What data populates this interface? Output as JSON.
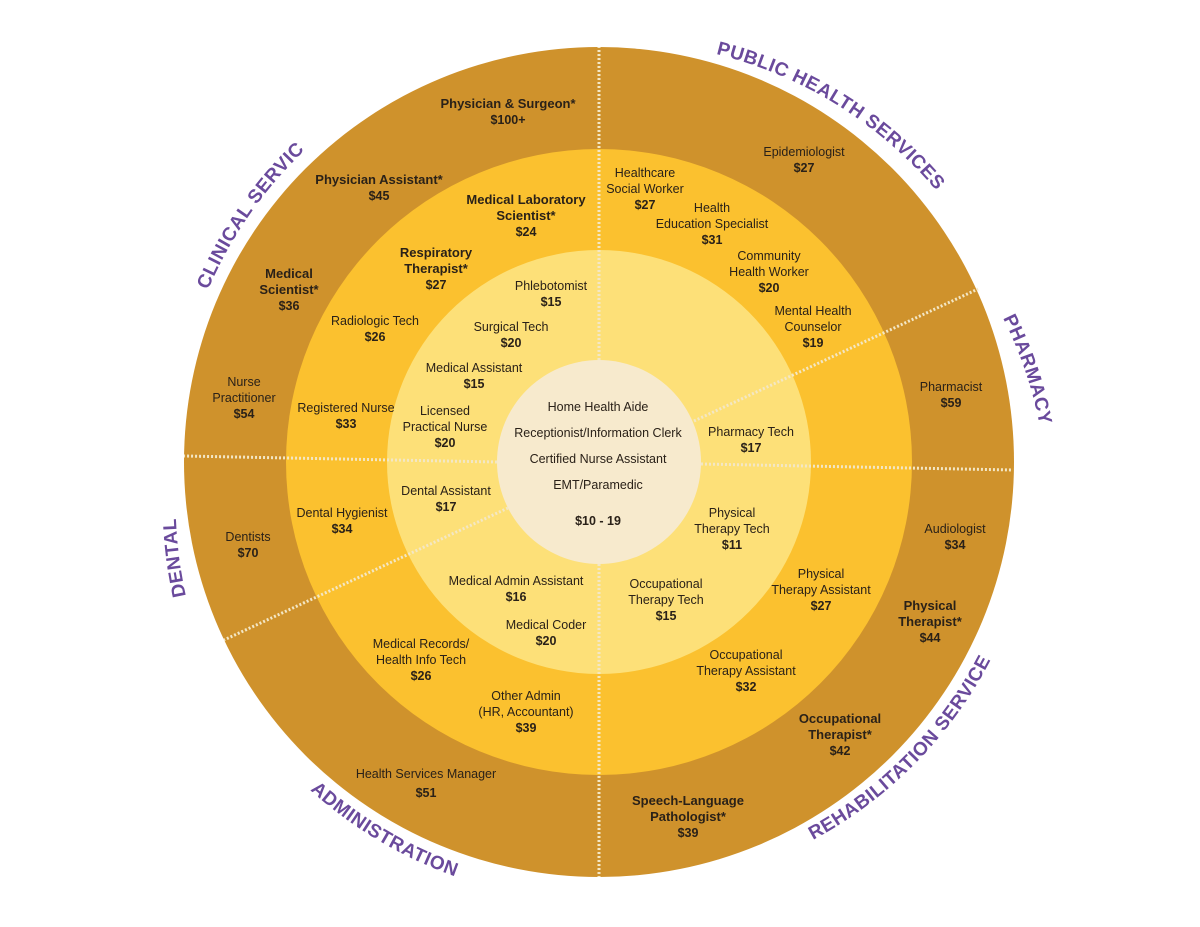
{
  "colors": {
    "outer_ring": "#cf922c",
    "ring_3": "#fbc12f",
    "ring_2": "#fde078",
    "center": "#f7eacd",
    "divider": "#f3e7c6",
    "category_text": "#6a4a9c",
    "text": "#2a2118"
  },
  "categories": {
    "public_health": "PUBLIC HEALTH SERVICES",
    "pharmacy": "PHARMACY",
    "rehabilitation": "REHABILITATION SERVICE",
    "administration": "ADMINISTRATION",
    "dental": "DENTAL",
    "clinical": "CLINICAL SERVICE"
  },
  "center": {
    "jobs": [
      "Home Health Aide",
      "Receptionist/Information Clerk",
      "Certified Nurse Assistant",
      "EMT/Paramedic"
    ],
    "wage_range": "$10 - 19"
  },
  "jobs": {
    "physician_surgeon": {
      "title": "Physician & Surgeon*",
      "wage": "$100+"
    },
    "physician_assistant": {
      "title": "Physician Assistant*",
      "wage": "$45"
    },
    "medical_scientist": {
      "title": "Medical\nScientist*",
      "wage": "$36"
    },
    "nurse_practitioner": {
      "title": "Nurse\nPractitioner",
      "wage": "$54"
    },
    "epidemiologist": {
      "title": "Epidemiologist",
      "wage": "$27"
    },
    "pharmacist": {
      "title": "Pharmacist",
      "wage": "$59"
    },
    "audiologist": {
      "title": "Audiologist",
      "wage": "$34"
    },
    "physical_therapist": {
      "title": "Physical\nTherapist*",
      "wage": "$44"
    },
    "occupational_therapist": {
      "title": "Occupational\nTherapist*",
      "wage": "$42"
    },
    "speech_language_pathologist": {
      "title": "Speech-Language\nPathologist*",
      "wage": "$39"
    },
    "health_services_manager": {
      "title": "Health Services Manager",
      "wage": "$51"
    },
    "dentists": {
      "title": "Dentists",
      "wage": "$70"
    },
    "medical_laboratory_scientist": {
      "title": "Medical Laboratory\nScientist*",
      "wage": "$24"
    },
    "respiratory_therapist": {
      "title": "Respiratory\nTherapist*",
      "wage": "$27"
    },
    "radiologic_tech": {
      "title": "Radiologic Tech",
      "wage": "$26"
    },
    "registered_nurse": {
      "title": "Registered Nurse",
      "wage": "$33"
    },
    "healthcare_social_worker": {
      "title": "Healthcare\nSocial Worker",
      "wage": "$27"
    },
    "health_education_specialist": {
      "title": "Health\nEducation Specialist",
      "wage": "$31"
    },
    "community_health_worker": {
      "title": "Community\nHealth Worker",
      "wage": "$20"
    },
    "mental_health_counselor": {
      "title": "Mental Health\nCounselor",
      "wage": "$19"
    },
    "physical_therapy_assistant": {
      "title": "Physical\nTherapy Assistant",
      "wage": "$27"
    },
    "occupational_therapy_assistant": {
      "title": "Occupational\nTherapy Assistant",
      "wage": "$32"
    },
    "dental_hygienist": {
      "title": "Dental Hygienist",
      "wage": "$34"
    },
    "medical_records": {
      "title": "Medical Records/\nHealth Info Tech",
      "wage": "$26"
    },
    "other_admin": {
      "title": "Other Admin\n(HR, Accountant)",
      "wage": "$39"
    },
    "phlebotomist": {
      "title": "Phlebotomist",
      "wage": "$15"
    },
    "surgical_tech": {
      "title": "Surgical Tech",
      "wage": "$20"
    },
    "medical_assistant": {
      "title": "Medical Assistant",
      "wage": "$15"
    },
    "licensed_practical_nurse": {
      "title": "Licensed\nPractical Nurse",
      "wage": "$20"
    },
    "dental_assistant": {
      "title": "Dental Assistant",
      "wage": "$17"
    },
    "pharmacy_tech": {
      "title": "Pharmacy Tech",
      "wage": "$17"
    },
    "physical_therapy_tech": {
      "title": "Physical\nTherapy Tech",
      "wage": "$11"
    },
    "occupational_therapy_tech": {
      "title": "Occupational\nTherapy Tech",
      "wage": "$15"
    },
    "medical_admin_assistant": {
      "title": "Medical Admin Assistant",
      "wage": "$16"
    },
    "medical_coder": {
      "title": "Medical Coder",
      "wage": "$20"
    }
  }
}
